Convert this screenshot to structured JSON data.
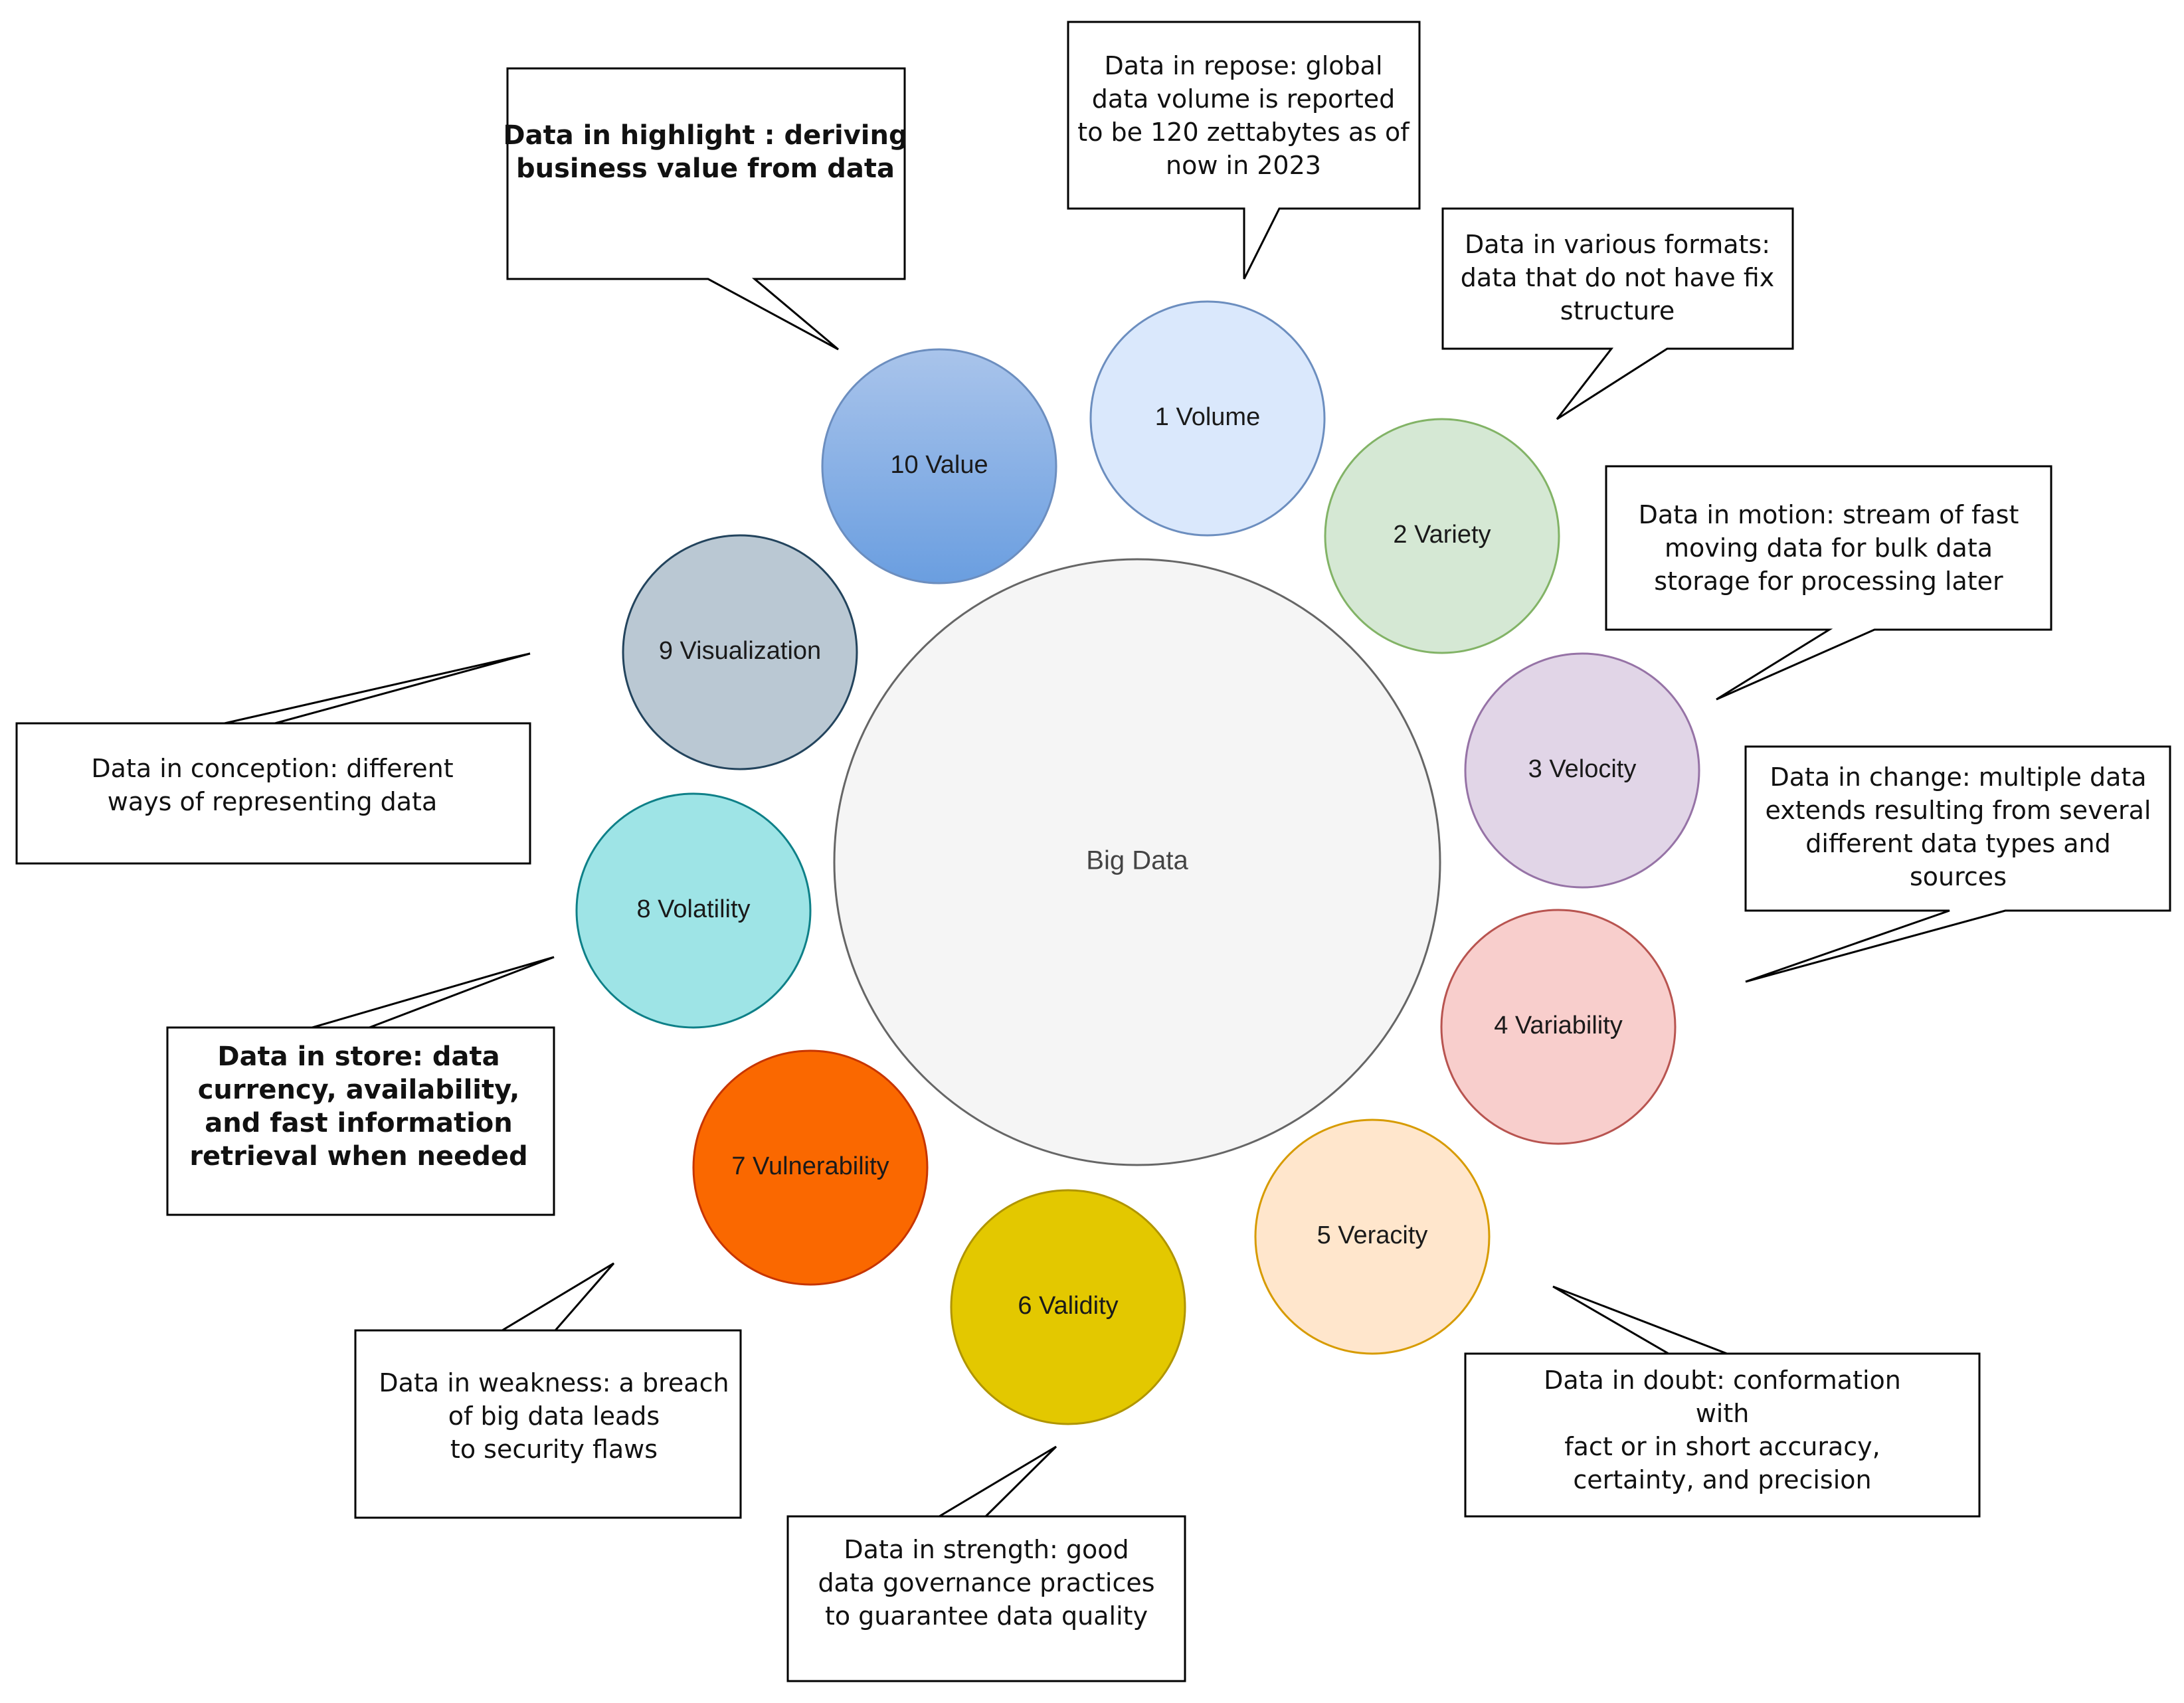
{
  "center": {
    "label": "Big Data"
  },
  "nodes": [
    {
      "label": "1 Volume",
      "fill": "#dae8fc",
      "stroke": "#6c8ebf"
    },
    {
      "label": "2 Variety",
      "fill": "#d5e8d4",
      "stroke": "#82b366"
    },
    {
      "label": "3 Velocity",
      "fill": "#e1d5e7",
      "stroke": "#9673a6"
    },
    {
      "label": "4 Variability",
      "fill": "#f8cecc",
      "stroke": "#b85450"
    },
    {
      "label": "5 Veracity",
      "fill": "#ffe6cc",
      "stroke": "#d79b00"
    },
    {
      "label": "6 Validity",
      "fill": "#e3c800",
      "stroke": "#b09500"
    },
    {
      "label": "7 Vulnerability",
      "fill": "#fa6800",
      "stroke": "#c73500"
    },
    {
      "label": "8 Volatility",
      "fill": "#9ee4e6",
      "stroke": "#0e8088"
    },
    {
      "label": "9 Visualization",
      "fill": "#bac8d3",
      "stroke": "#23445d"
    },
    {
      "label": "10 Value",
      "fill": "#7ea6e0",
      "stroke": "#6c8ebf"
    }
  ],
  "callouts": [
    {
      "lines": [
        "Data in repose: global",
        "data volume is reported",
        "to be 120 zettabytes as of",
        "now in 2023"
      ]
    },
    {
      "lines": [
        "Data in various formats:",
        "data that do not have fix",
        "structure"
      ]
    },
    {
      "lines": [
        "Data in motion: stream of fast",
        "moving data for bulk data",
        "storage for processing later"
      ]
    },
    {
      "lines": [
        "Data in change: multiple data",
        "extends resulting from several",
        "different  data types and",
        "sources"
      ]
    },
    {
      "lines": [
        "Data in doubt: conformation",
        "with",
        "fact or in short accuracy,",
        "certainty, and precision"
      ]
    },
    {
      "lines": [
        "Data in strength: good",
        "data governance practices",
        "to guarantee data quality"
      ]
    },
    {
      "lines": [
        "Data in weakness: a breach",
        "of big data leads",
        "to security flaws"
      ]
    },
    {
      "lines": [
        "Data in store: data",
        "currency, availability,",
        "and  fast information",
        "retrieval when needed"
      ]
    },
    {
      "lines": [
        "Data in conception: different",
        "ways of representing data"
      ]
    },
    {
      "lines": [
        "Data in highlight : deriving",
        "business value from data"
      ]
    }
  ],
  "colors": {
    "center_fill": "#f5f5f5",
    "center_stroke": "#666666",
    "callout_stroke": "#000000"
  }
}
